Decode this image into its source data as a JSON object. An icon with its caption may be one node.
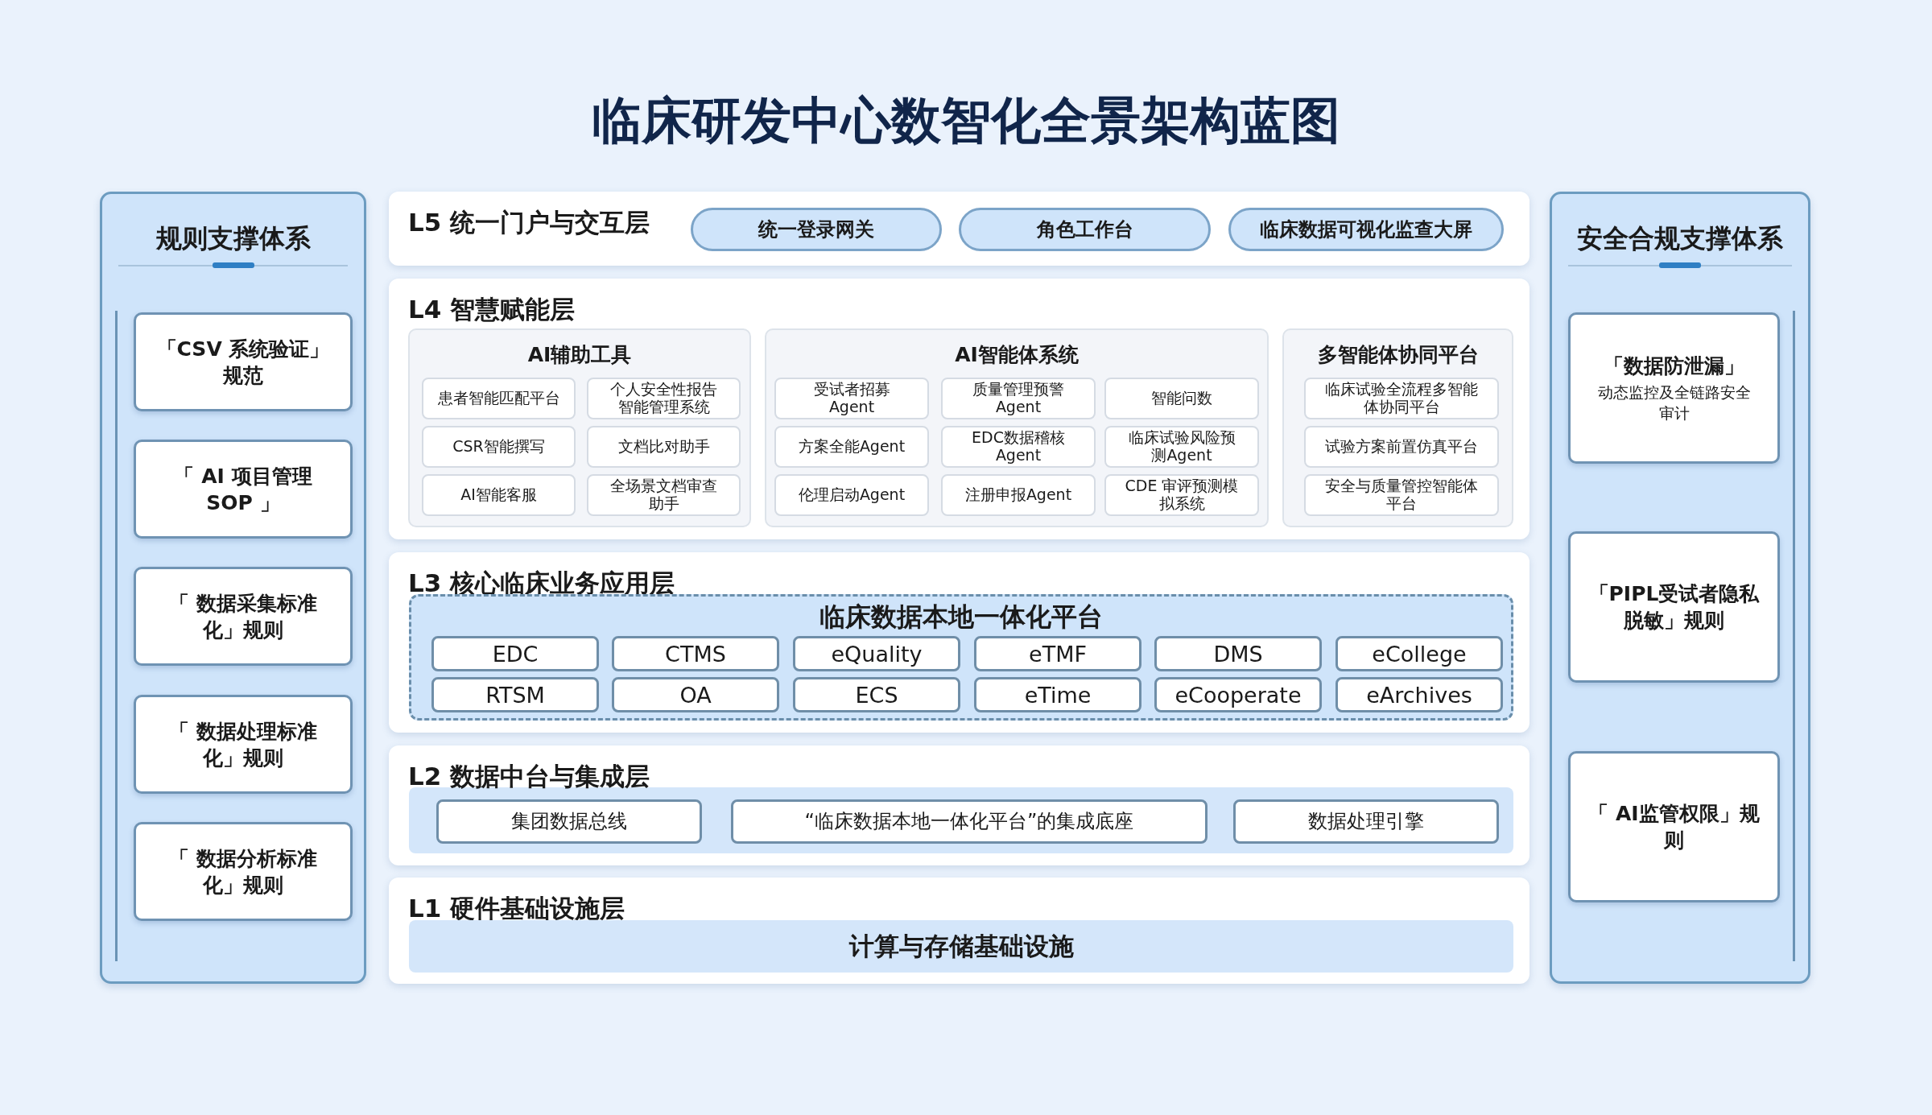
{
  "diagram": {
    "title": "临床研发中心数智化全景架构蓝图",
    "nodes": [
      {
        "text": [
          "规则支撑体系"
        ]
      },
      {
        "text": [
          "「CSV 系统验证」规范"
        ],
        "in": 0
      },
      {
        "text": [
          "「 AI 项目管理SOP 」"
        ],
        "in": 0
      },
      {
        "text": [
          "「 数据采集标准化」规则"
        ],
        "in": 0
      },
      {
        "text": [
          "「 数据处理标准化」规则"
        ],
        "in": 0
      },
      {
        "text": [
          "「 数据分析标准化」规则"
        ],
        "in": 0
      },
      {
        "text": [
          "L5 统一门户与交互层"
        ]
      },
      {
        "text": [
          "统一登录网关"
        ],
        "in": 6
      },
      {
        "text": [
          "角色工作台"
        ],
        "in": 6
      },
      {
        "text": [
          "临床数据可视化监查大屏"
        ],
        "in": 6
      },
      {
        "text": [
          "L4 智慧赋能层"
        ]
      },
      {
        "text": [
          "AI辅助工具"
        ],
        "in": 10
      },
      {
        "text": [
          "患者智能匹配平台"
        ],
        "in": 11
      },
      {
        "text": [
          "个人安全性报告智能管理系统"
        ],
        "in": 11
      },
      {
        "text": [
          "CSR智能撰写"
        ],
        "in": 11
      },
      {
        "text": [
          "文档比对助手"
        ],
        "in": 11
      },
      {
        "text": [
          "AI智能客服"
        ],
        "in": 11
      },
      {
        "text": [
          "全场景文档审查助手"
        ],
        "in": 11
      },
      {
        "text": [
          "AI智能体系统"
        ],
        "in": 10
      },
      {
        "text": [
          "受试者招募Agent"
        ],
        "in": 18
      },
      {
        "text": [
          "质量管理预警Agent"
        ],
        "in": 18
      },
      {
        "text": [
          "智能问数"
        ],
        "in": 18
      },
      {
        "text": [
          "方案全能Agent"
        ],
        "in": 18
      },
      {
        "text": [
          "EDC数据稽核Agent"
        ],
        "in": 18
      },
      {
        "text": [
          "临床试验风险预测Agent"
        ],
        "in": 18
      },
      {
        "text": [
          "伦理启动Agent"
        ],
        "in": 18
      },
      {
        "text": [
          "注册申报Agent"
        ],
        "in": 18
      },
      {
        "text": [
          "CDE 审评预测模拟系统"
        ],
        "in": 18
      },
      {
        "text": [
          "多智能体协同平台"
        ],
        "in": 10
      },
      {
        "text": [
          "临床试验全流程多智能体协同平台"
        ],
        "in": 28
      },
      {
        "text": [
          "试验方案前置仿真平台"
        ],
        "in": 28
      },
      {
        "text": [
          "安全与质量管控智能体平台"
        ],
        "in": 28
      },
      {
        "text": [
          "L3 核心临床业务应用层"
        ]
      },
      {
        "text": [
          "临床数据本地一体化平台"
        ],
        "in": 32
      },
      {
        "text": [
          "EDC"
        ],
        "in": 33
      },
      {
        "text": [
          "CTMS"
        ],
        "in": 33
      },
      {
        "text": [
          "eQuality"
        ],
        "in": 33
      },
      {
        "text": [
          "eTMF"
        ],
        "in": 33
      },
      {
        "text": [
          "DMS"
        ],
        "in": 33
      },
      {
        "text": [
          "eCollege"
        ],
        "in": 33
      },
      {
        "text": [
          "RTSM"
        ],
        "in": 33
      },
      {
        "text": [
          "OA"
        ],
        "in": 33
      },
      {
        "text": [
          "ECS"
        ],
        "in": 33
      },
      {
        "text": [
          "eTime"
        ],
        "in": 33
      },
      {
        "text": [
          "eCooperate"
        ],
        "in": 33
      },
      {
        "text": [
          "eArchives"
        ],
        "in": 33
      },
      {
        "text": [
          "L2 数据中台与集成层"
        ]
      },
      {
        "text": [
          "集团数据总线"
        ],
        "in": 46
      },
      {
        "text": [
          "“临床数据本地一体化平台”的集成底座"
        ],
        "in": 46
      },
      {
        "text": [
          "数据处理引擎"
        ],
        "in": 46
      },
      {
        "text": [
          "L1 硬件基础设施层"
        ]
      },
      {
        "text": [
          "计算与存储基础设施"
        ],
        "in": 50
      },
      {
        "text": [
          "安全合规支撑体系"
        ]
      },
      {
        "text": [
          "「数据防泄漏」",
          "动态监控及全链路安全审计"
        ],
        "in": 52
      },
      {
        "text": [
          "「PIPL受试者隐私脱敏」规则"
        ],
        "in": 52
      },
      {
        "text": [
          "「 AI监管权限」规则"
        ],
        "in": 52
      }
    ],
    "edges": []
  }
}
